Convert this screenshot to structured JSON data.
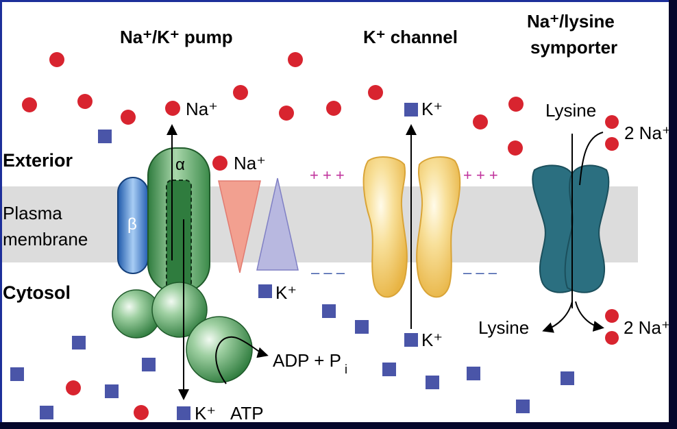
{
  "titles": {
    "pump": "Na⁺/K⁺ pump",
    "channel": "K⁺ channel",
    "symporter_line1": "Na⁺/lysine",
    "symporter_line2": "symporter"
  },
  "regions": {
    "exterior": "Exterior",
    "plasma_line1": "Plasma",
    "plasma_line2": "membrane",
    "cytosol": "Cytosol"
  },
  "labels": {
    "na_top": "Na⁺",
    "na_gradient": "Na⁺",
    "k_gradient": "K⁺",
    "k_pump_bottom": "K⁺",
    "alpha": "α",
    "beta": "β",
    "atp": "ATP",
    "adp": "ADP + P",
    "adp_sub": "i",
    "k_channel_top": "K⁺",
    "k_channel_bottom": "K⁺",
    "plus_left": "+ + +",
    "plus_right": "+ + +",
    "minus_left": "– – –",
    "minus_right": "– – –",
    "lysine_top": "Lysine",
    "lysine_bottom": "Lysine",
    "two_na_top": "2 Na⁺",
    "two_na_bottom": "2 Na⁺"
  },
  "colors": {
    "na_ion": "#d8242f",
    "k_ion": "#4a55a8",
    "membrane": "#dcdcdc",
    "pump_green": "#3d8a4a",
    "beta_blue": "#2c6cc0",
    "channel_yellow": "#f3cc6a",
    "symporter_teal": "#2b6f80",
    "charge_plus": "#c0339c",
    "charge_minus": "#3d5aa8",
    "na_gradient": "#f2a090",
    "k_gradient": "#b8b8e0"
  }
}
